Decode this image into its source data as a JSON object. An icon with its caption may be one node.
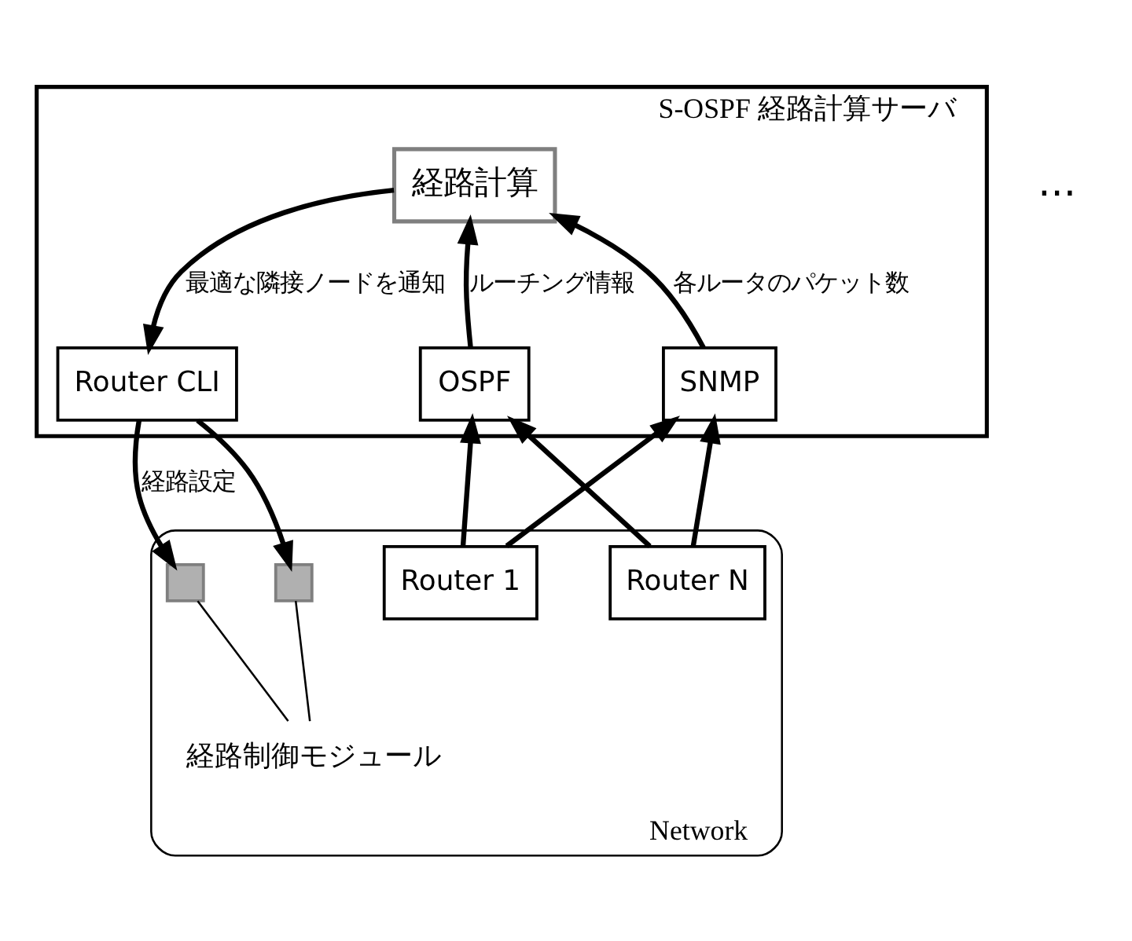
{
  "diagram": {
    "nodes": [
      {
        "text": [
          "S-OSPF 経路計算サーバ"
        ]
      },
      {
        "text": [
          "経路計算"
        ],
        "in": 0
      },
      {
        "text": [
          "Router CLI"
        ],
        "in": 0
      },
      {
        "text": [
          "OSPF"
        ],
        "in": 0
      },
      {
        "text": [
          "SNMP"
        ],
        "in": 0
      },
      {
        "text": [
          "Network"
        ]
      },
      {
        "text": [
          "Router 1"
        ],
        "in": 5
      },
      {
        "text": [
          "Router N"
        ],
        "in": 5
      },
      {
        "text": [],
        "shape": "box",
        "in": 5
      },
      {
        "text": [],
        "shape": "box",
        "in": 5
      },
      {
        "text": [
          "経路制御モジュール"
        ],
        "in": 5
      }
    ],
    "edges": [
      {
        "from": 1,
        "to": 2,
        "arrow": "to",
        "label": "最適な隣接ノードを通知"
      },
      {
        "from": 3,
        "to": 1,
        "arrow": "to",
        "label": "ルーチング情報"
      },
      {
        "from": 4,
        "to": 1,
        "arrow": "to",
        "label": "各ルータのパケット数"
      },
      {
        "from": 2,
        "to": 8,
        "arrow": "to",
        "label": "経路設定"
      },
      {
        "from": 2,
        "to": 9,
        "arrow": "to"
      },
      {
        "from": 6,
        "to": 3,
        "arrow": "to"
      },
      {
        "from": 6,
        "to": 4,
        "arrow": "to"
      },
      {
        "from": 7,
        "to": 3,
        "arrow": "to"
      },
      {
        "from": 7,
        "to": 4,
        "arrow": "to"
      },
      {
        "from": 10,
        "to": 8,
        "arrow": "none"
      },
      {
        "from": 10,
        "to": 9,
        "arrow": "none"
      }
    ],
    "labels": [
      "..."
    ]
  }
}
